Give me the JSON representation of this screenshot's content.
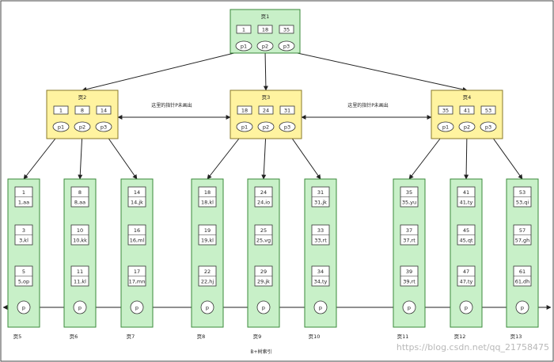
{
  "root": {
    "name": "页1",
    "keys": [
      "1",
      "18",
      "35"
    ],
    "pointers": [
      "p1",
      "p2",
      "p3"
    ]
  },
  "internal": [
    {
      "name": "页2",
      "keys": [
        "1",
        "8",
        "14"
      ],
      "pointers": [
        "p1",
        "p2",
        "p3"
      ]
    },
    {
      "name": "页3",
      "keys": [
        "18",
        "24",
        "31"
      ],
      "pointers": [
        "p1",
        "p2",
        "p3"
      ]
    },
    {
      "name": "页4",
      "keys": [
        "35",
        "41",
        "53"
      ],
      "pointers": [
        "p1",
        "p2",
        "p3"
      ]
    }
  ],
  "sibling_notes": [
    "这里的指针P未画出",
    "这里的指针P未画出"
  ],
  "leaves": [
    {
      "name": "页5",
      "records": [
        [
          "1",
          "1,aa"
        ],
        [
          "3",
          "3,kl"
        ],
        [
          "5",
          "5,op"
        ]
      ],
      "pointer": "p"
    },
    {
      "name": "页6",
      "records": [
        [
          "8",
          "8,aa"
        ],
        [
          "10",
          "10,kk"
        ],
        [
          "11",
          "11,kl"
        ]
      ],
      "pointer": "p"
    },
    {
      "name": "页7",
      "records": [
        [
          "14",
          "14,jk"
        ],
        [
          "16",
          "16,ml"
        ],
        [
          "17",
          "17,mn"
        ]
      ],
      "pointer": "p"
    },
    {
      "name": "页8",
      "records": [
        [
          "18",
          "18,kl"
        ],
        [
          "19",
          "19,kl"
        ],
        [
          "22",
          "22,hj"
        ]
      ],
      "pointer": "p"
    },
    {
      "name": "页9",
      "records": [
        [
          "24",
          "24,io"
        ],
        [
          "25",
          "25,vg"
        ],
        [
          "29",
          "29,jk"
        ]
      ],
      "pointer": "p"
    },
    {
      "name": "页10",
      "records": [
        [
          "31",
          "31,jk"
        ],
        [
          "33",
          "33,rt"
        ],
        [
          "34",
          "34,ty"
        ]
      ],
      "pointer": "p"
    },
    {
      "name": "页11",
      "records": [
        [
          "35",
          "35,yu"
        ],
        [
          "37",
          "37,rt"
        ],
        [
          "39",
          "39,rt"
        ]
      ],
      "pointer": "p"
    },
    {
      "name": "页12",
      "records": [
        [
          "41",
          "41,ty"
        ],
        [
          "45",
          "45,qt"
        ],
        [
          "47",
          "47,ty"
        ]
      ],
      "pointer": "p"
    },
    {
      "name": "页13",
      "records": [
        [
          "53",
          "53,qi"
        ],
        [
          "57",
          "57,gh"
        ],
        [
          "61",
          "61,dh"
        ]
      ],
      "pointer": "p"
    }
  ],
  "caption": "B+树索引",
  "watermark": "https://blog.csdn.net/qq_21758475"
}
